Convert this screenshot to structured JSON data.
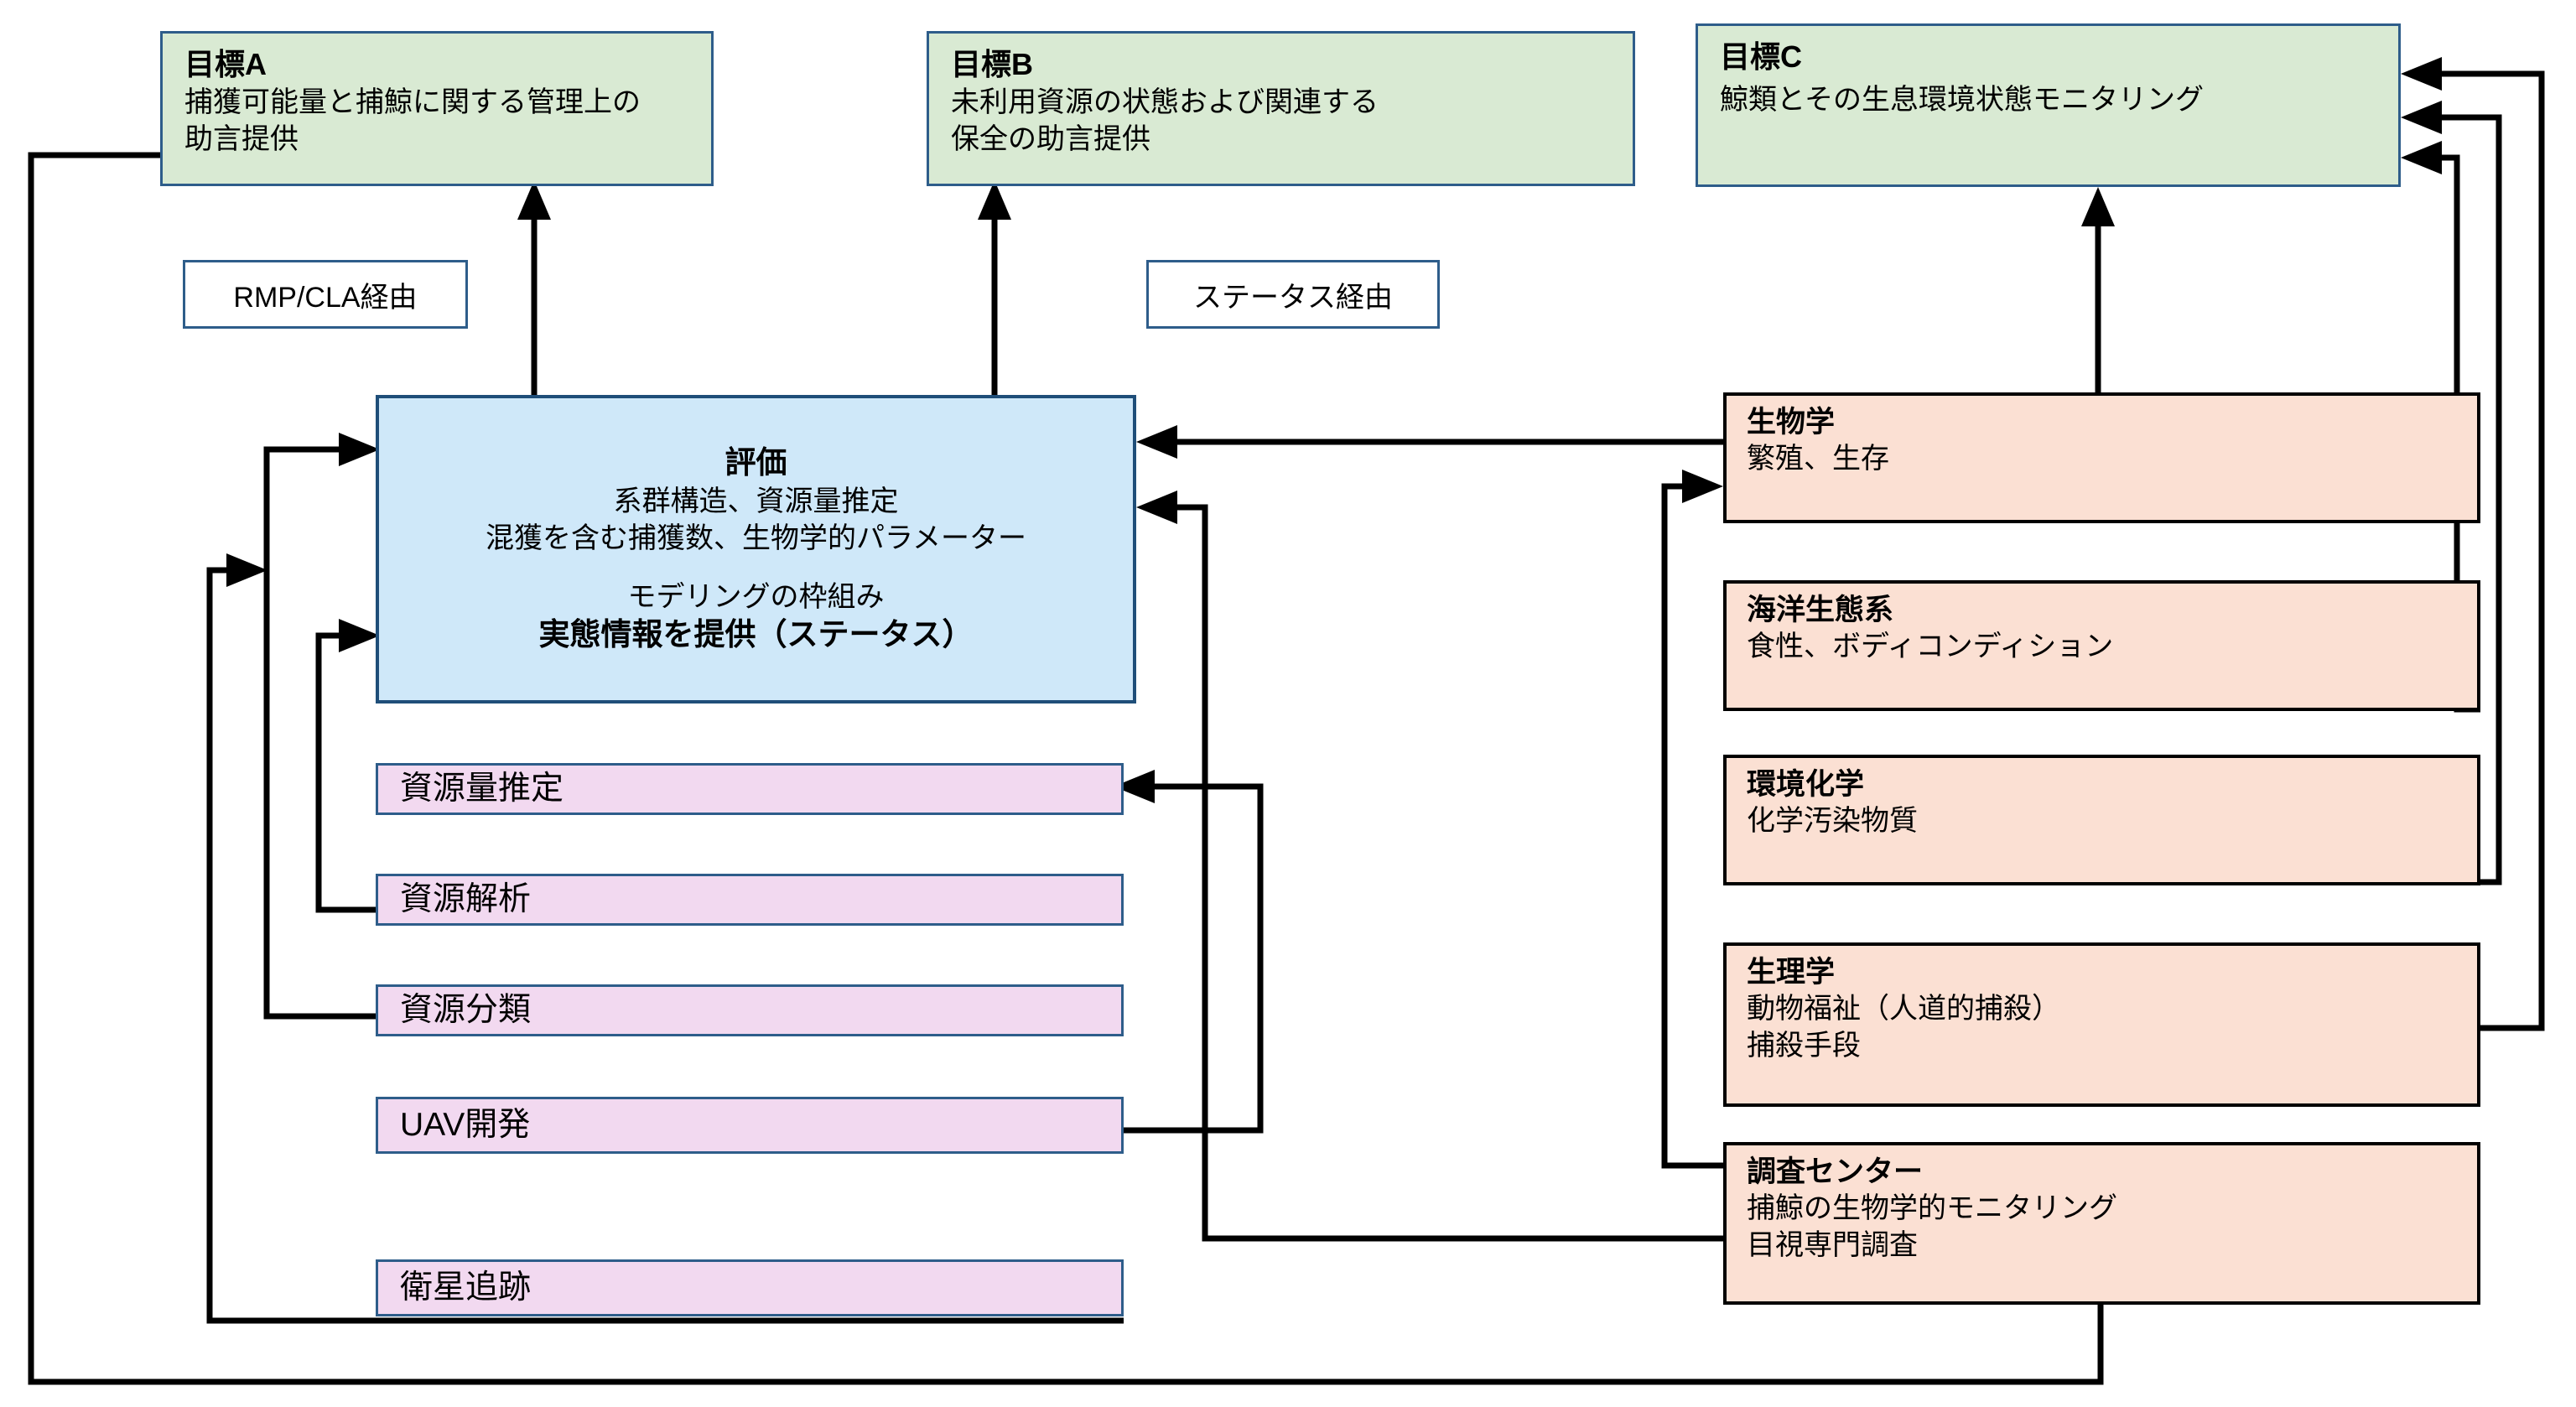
{
  "diagram": {
    "goals": [
      {
        "id": "goal-a",
        "title": "目標A",
        "desc_line1": "捕獲可能量と捕鯨に関する管理上の",
        "desc_line2": "助言提供"
      },
      {
        "id": "goal-b",
        "title": "目標B",
        "desc_line1": "未利用資源の状態および関連する",
        "desc_line2": "保全の助言提供"
      },
      {
        "id": "goal-c",
        "title": "目標C",
        "desc_line1": "鯨類とその生息環境状態モニタリング",
        "desc_line2": ""
      }
    ],
    "edge_labels": [
      {
        "id": "rmp-cla-label",
        "text": "RMP/CLA経由"
      },
      {
        "id": "status-label",
        "text": "ステータス経由"
      }
    ],
    "evaluation": {
      "title": "評価",
      "line1": "系群構造、資源量推定",
      "line2": "混獲を含む捕獲数、生物学的パラメーター",
      "line3": "モデリングの枠組み",
      "line4": "実態情報を提供（ステータス）"
    },
    "methods": [
      {
        "id": "method-abundance",
        "label": "資源量推定"
      },
      {
        "id": "method-analysis",
        "label": "資源解析"
      },
      {
        "id": "method-classification",
        "label": "資源分類"
      },
      {
        "id": "method-uav",
        "label": "UAV開発"
      },
      {
        "id": "method-satellite",
        "label": "衛星追跡"
      }
    ],
    "disciplines": [
      {
        "id": "disc-biology",
        "title": "生物学",
        "lines": [
          "繁殖、生存"
        ]
      },
      {
        "id": "disc-marine-ecosystem",
        "title": "海洋生態系",
        "lines": [
          "食性、ボディコンディション"
        ]
      },
      {
        "id": "disc-env-chemistry",
        "title": "環境化学",
        "lines": [
          "化学汚染物質"
        ]
      },
      {
        "id": "disc-physiology",
        "title": "生理学",
        "lines": [
          "動物福祉（人道的捕殺）",
          "捕殺手段"
        ]
      },
      {
        "id": "disc-research-center",
        "title": "調査センター",
        "lines": [
          "捕鯨の生物学的モニタリング",
          "目視専門調査"
        ]
      }
    ],
    "colors": {
      "goal_fill": "#d9ead3",
      "goal_border": "#2e5d8a",
      "eval_fill": "#cfe8f9",
      "eval_border": "#1f4e79",
      "method_fill": "#f2d9f0",
      "method_border": "#2e5d8a",
      "discipline_fill": "#fbe0d3",
      "discipline_border": "#000000",
      "connector": "#000000",
      "background": "#ffffff"
    }
  }
}
